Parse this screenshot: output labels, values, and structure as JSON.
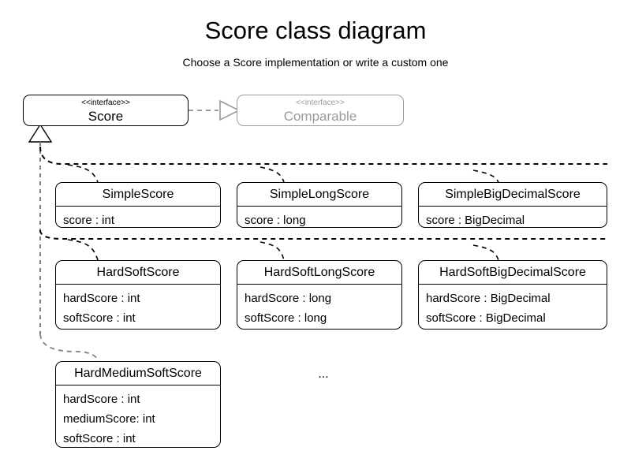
{
  "page": {
    "title": "Score class diagram",
    "subtitle": "Choose a Score implementation or write a custom one",
    "ellipsis": "...",
    "colors": {
      "background": "#ffffff",
      "stroke": "#000000",
      "external_stroke": "#9a9a9a",
      "connector": "#808080"
    }
  },
  "interfaces": [
    {
      "id": "score",
      "stereotype": "<<interface>>",
      "name": "Score",
      "external": false
    },
    {
      "id": "comparable",
      "stereotype": "<<interface>>",
      "name": "Comparable",
      "external": true
    }
  ],
  "classes": [
    {
      "id": "simple-score",
      "name": "SimpleScore",
      "attributes": [
        "score : int"
      ]
    },
    {
      "id": "simple-long-score",
      "name": "SimpleLongScore",
      "attributes": [
        "score : long"
      ]
    },
    {
      "id": "simple-big-decimal-score",
      "name": "SimpleBigDecimalScore",
      "attributes": [
        "score : BigDecimal"
      ]
    },
    {
      "id": "hard-soft-score",
      "name": "HardSoftScore",
      "attributes": [
        "hardScore : int",
        "softScore : int"
      ]
    },
    {
      "id": "hard-soft-long-score",
      "name": "HardSoftLongScore",
      "attributes": [
        "hardScore : long",
        "softScore : long"
      ]
    },
    {
      "id": "hard-soft-big-decimal-score",
      "name": "HardSoftBigDecimalScore",
      "attributes": [
        "hardScore : BigDecimal",
        "softScore : BigDecimal"
      ]
    },
    {
      "id": "hard-medium-soft-score",
      "name": "HardMediumSoftScore",
      "attributes": [
        "hardScore : int",
        "mediumScore: int",
        "softScore : int"
      ]
    }
  ],
  "relationships": [
    {
      "id": "score-realizes-comparable",
      "type": "realization",
      "from": "Score",
      "to": "Comparable",
      "style": "dashed",
      "arrowhead": "hollow-triangle"
    },
    {
      "id": "implementations-of-score",
      "type": "generalization",
      "to": "Score",
      "style": "dashed",
      "arrowhead": "hollow-triangle",
      "from": [
        "SimpleScore",
        "SimpleLongScore",
        "SimpleBigDecimalScore",
        "HardSoftScore",
        "HardSoftLongScore",
        "HardSoftBigDecimalScore",
        "HardMediumSoftScore"
      ]
    }
  ]
}
